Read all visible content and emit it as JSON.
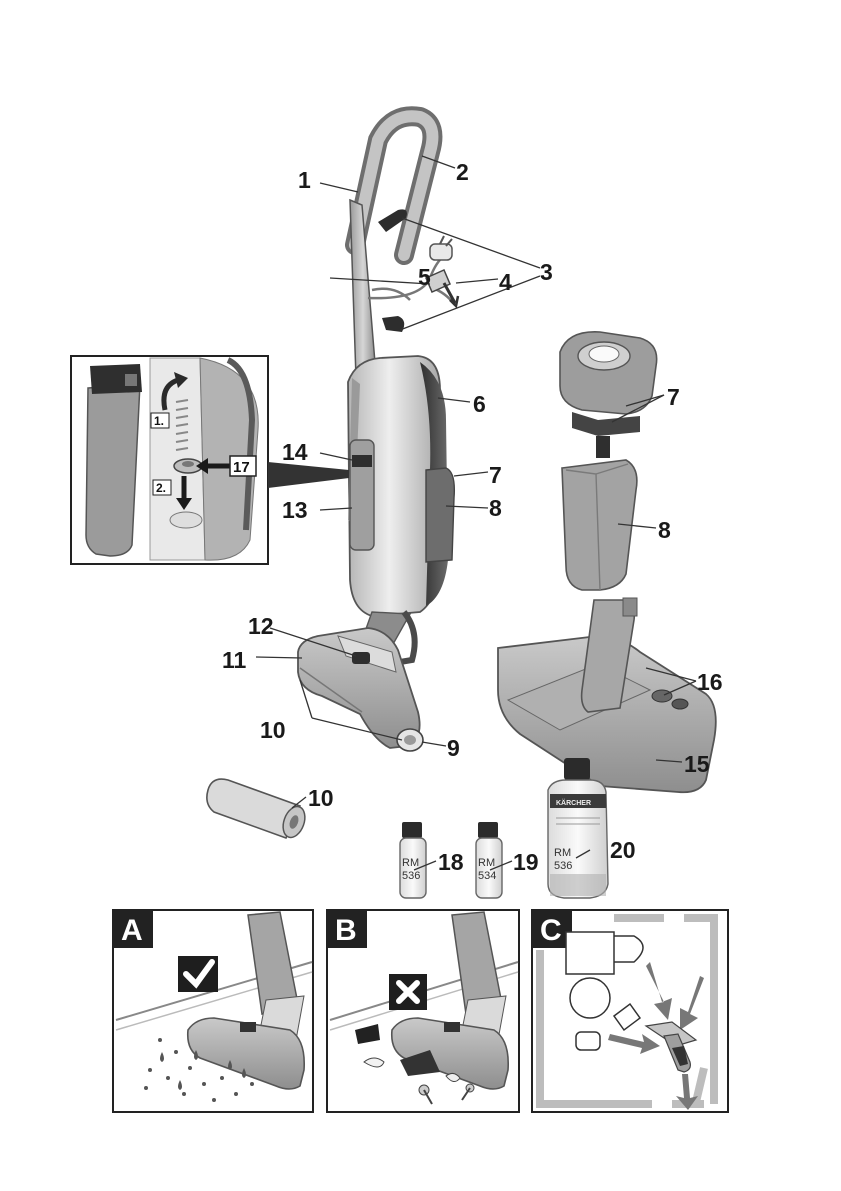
{
  "callouts": {
    "n1": "1",
    "n2": "2",
    "n3": "3",
    "n4": "4",
    "n5": "5",
    "n6": "6",
    "n7a": "7",
    "n7b": "7",
    "n8a": "8",
    "n8b": "8",
    "n9": "9",
    "n10a": "10",
    "n10b": "10",
    "n11": "11",
    "n12": "12",
    "n13": "13",
    "n14": "14",
    "n15": "15",
    "n16": "16",
    "n17": "17",
    "n18": "18",
    "n19": "19",
    "n20": "20"
  },
  "inset": {
    "step1": "1.",
    "step2": "2."
  },
  "bottles": {
    "b18_line1": "RM",
    "b18_line2": "536",
    "b19_line1": "RM",
    "b19_line2": "534",
    "b20_brand": "KÄRCHER",
    "b20_line1": "RM",
    "b20_line2": "536"
  },
  "panels": {
    "a": "A",
    "b": "B",
    "c": "C"
  },
  "colors": {
    "body": "#bdbdbd",
    "dark": "#3a3a3a",
    "light": "#e4e4e4",
    "outline": "#555555"
  }
}
